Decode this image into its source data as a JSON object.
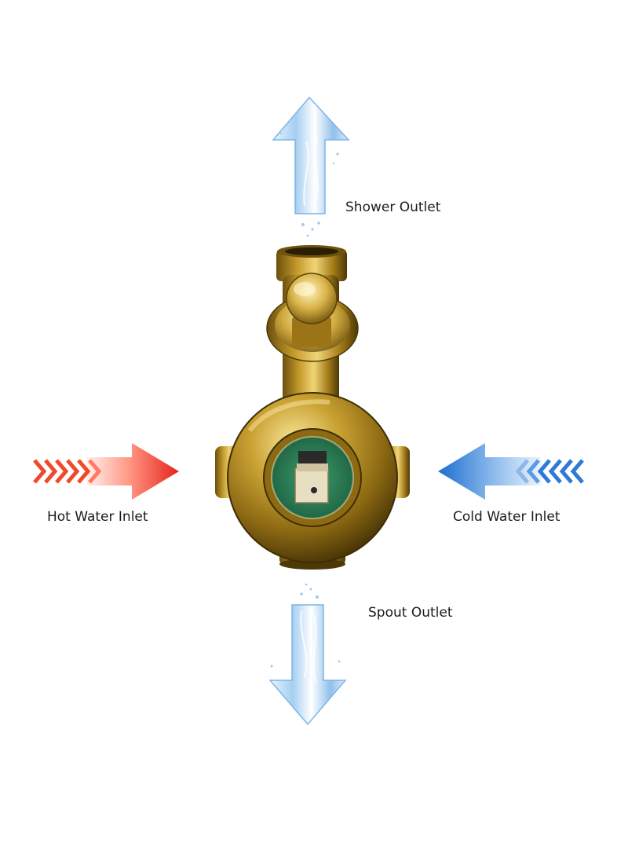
{
  "labels": {
    "shower_outlet": "Shower Outlet",
    "hot_water_inlet": "Hot Water Inlet",
    "cold_water_inlet": "Cold Water Inlet",
    "spout_outlet": "Spout Outlet"
  },
  "colors": {
    "hot": "#e8231c",
    "hot_light": "#ffb3a0",
    "cold": "#1f6fd1",
    "cold_light": "#b9d7f5",
    "water": "#9cc9ef",
    "brass": "#b8901e",
    "brass_dark": "#5a4208",
    "brass_light": "#f3dc7a",
    "cartridge": "#2f8a5e"
  },
  "icons": {
    "valve": "mixer-valve-body-icon",
    "hot": "hot-arrow-icon",
    "cold": "cold-arrow-icon",
    "shower": "water-up-arrow-icon",
    "spout": "water-down-arrow-icon"
  }
}
